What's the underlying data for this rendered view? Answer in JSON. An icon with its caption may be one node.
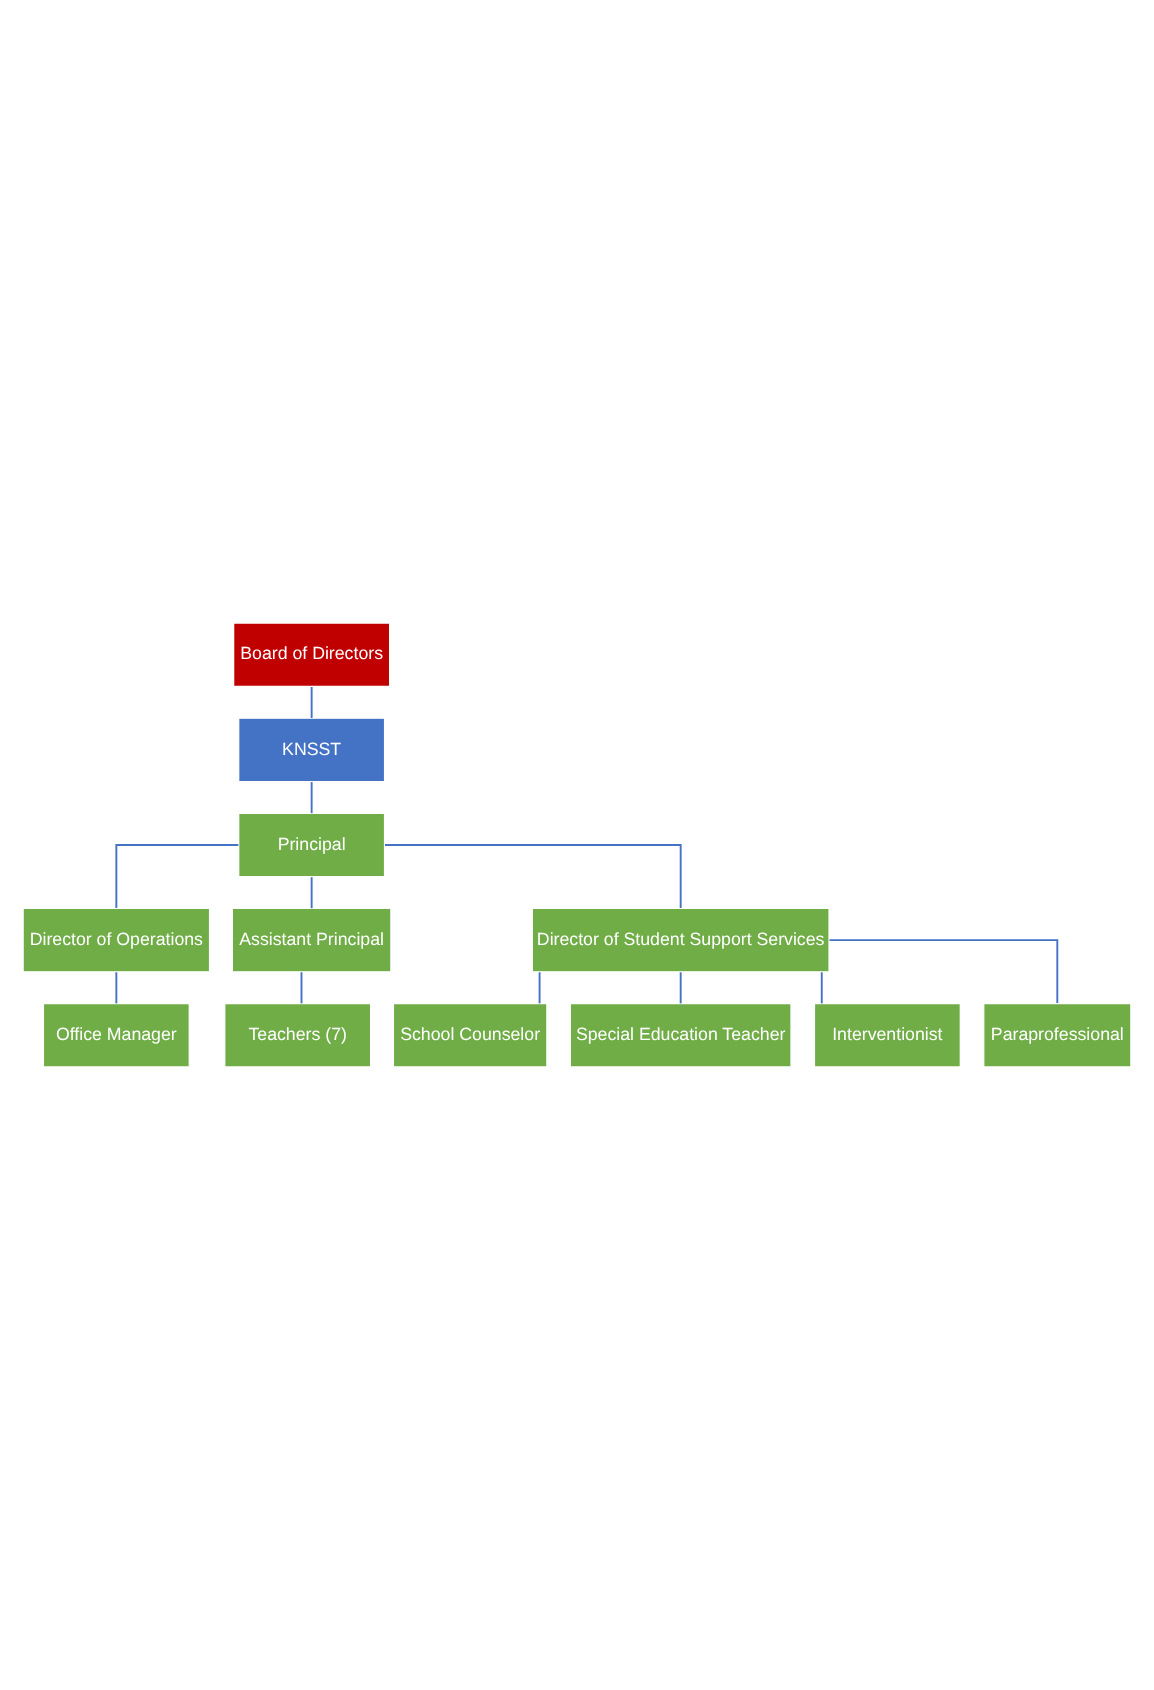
{
  "diagram": {
    "nodes": [
      {
        "text": [
          "Board of Directors"
        ]
      },
      {
        "text": [
          "KNSST"
        ]
      },
      {
        "text": [
          "Principal"
        ]
      },
      {
        "text": [
          "Director of Operations"
        ]
      },
      {
        "text": [
          "Assistant Principal"
        ]
      },
      {
        "text": [
          "Director of Student Support Services"
        ]
      },
      {
        "text": [
          "Office Manager"
        ]
      },
      {
        "text": [
          "Teachers (7)"
        ]
      },
      {
        "text": [
          "School Counselor"
        ]
      },
      {
        "text": [
          "Special Education Teacher"
        ]
      },
      {
        "text": [
          "Interventionist"
        ]
      },
      {
        "text": [
          "Paraprofessional"
        ]
      }
    ],
    "edges": [
      {
        "from": 0,
        "to": 1,
        "arrow": "none"
      },
      {
        "from": 1,
        "to": 2,
        "arrow": "none"
      },
      {
        "from": 2,
        "to": 3,
        "arrow": "none"
      },
      {
        "from": 2,
        "to": 4,
        "arrow": "none"
      },
      {
        "from": 2,
        "to": 5,
        "arrow": "none"
      },
      {
        "from": 3,
        "to": 6,
        "arrow": "none"
      },
      {
        "from": 4,
        "to": 7,
        "arrow": "none"
      },
      {
        "from": 5,
        "to": 8,
        "arrow": "none"
      },
      {
        "from": 5,
        "to": 9,
        "arrow": "none"
      },
      {
        "from": 5,
        "to": 10,
        "arrow": "none"
      },
      {
        "from": 5,
        "to": 11,
        "arrow": "none"
      }
    ]
  }
}
